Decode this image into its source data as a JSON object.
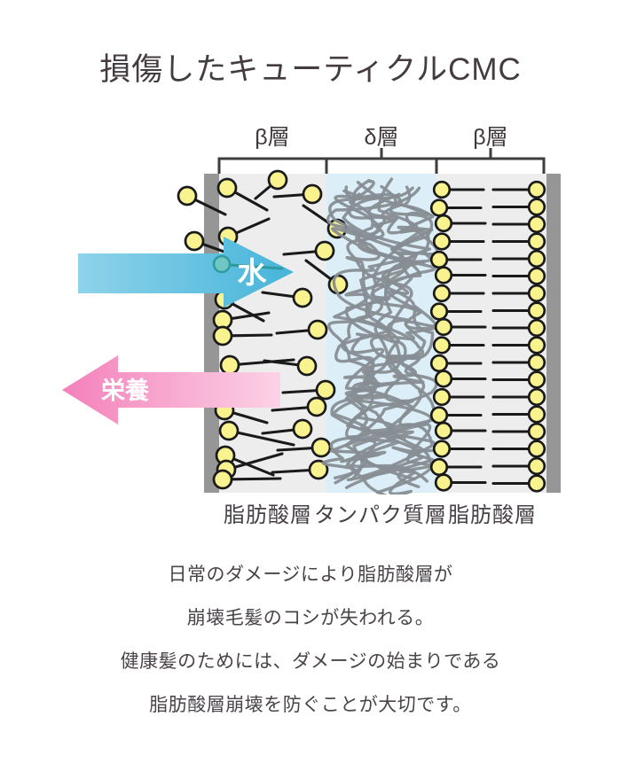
{
  "title": "損傷したキューティクルCMC",
  "diagram": {
    "top_labels": [
      {
        "label": "β層"
      },
      {
        "label": "δ層"
      },
      {
        "label": "β層"
      }
    ],
    "bottom_labels": [
      {
        "label": "脂肪酸層"
      },
      {
        "label": "タンパク質層"
      },
      {
        "label": "脂肪酸層"
      }
    ],
    "arrows": {
      "water": {
        "label": "水",
        "direction": "right",
        "color_start": "#8ed3ea",
        "color_end": "#46b4da"
      },
      "nutrient": {
        "label": "栄養",
        "direction": "left",
        "color_start": "#f480ba",
        "color_end": "#fcd2e6"
      }
    },
    "colors": {
      "wall": "#969696",
      "beta_bg": "#ededed",
      "delta_bg": "#dceef8",
      "lipid_head": "#f8f28f",
      "lipid_outline": "#1a1a1a",
      "protein": "#878d94",
      "water_molecule_fill": "#6fc6c3",
      "water_molecule_stroke": "#2f9aa0",
      "bracket": "#3d3d3d"
    }
  },
  "description_lines": [
    "日常のダメージにより脂肪酸層が",
    "崩壊毛髪のコシが失われる。",
    "健康髪のためには、ダメージの始まりである",
    "脂肪酸層崩壊を防ぐことが大切です。"
  ]
}
